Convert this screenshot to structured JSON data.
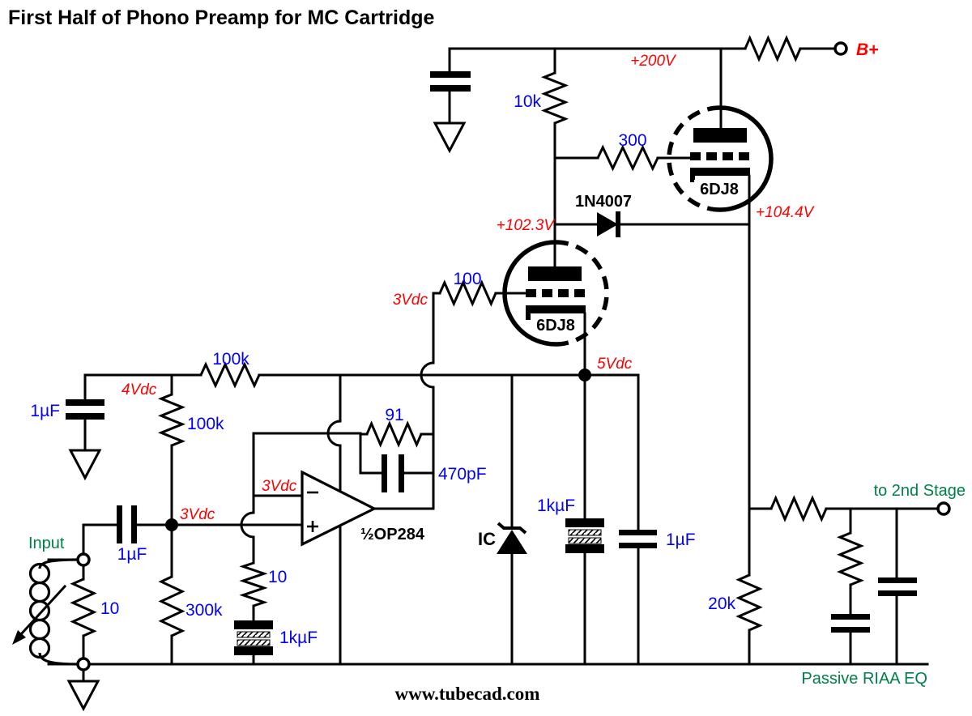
{
  "title": "First Half of Phono Preamp for MC Cartridge",
  "watermark": "www.tubecad.com",
  "colors": {
    "value_blue": "#0000ff",
    "voltage_red": "#ff0000",
    "signal_green": "#007f46",
    "wire_black": "#000000"
  },
  "power": {
    "b_plus_label": "B+",
    "rail_voltage": "+200V",
    "dropping_resistor": "10k"
  },
  "upper_triode": {
    "tube": "6DJ8",
    "grid_resistor": "300",
    "cathode_voltage": "+104.4V"
  },
  "diode": {
    "part": "1N4007",
    "anode_voltage": "+102.3V"
  },
  "lower_triode": {
    "tube": "6DJ8",
    "grid_resistor": "100",
    "grid_voltage": "3Vdc",
    "cathode_voltage": "5Vdc"
  },
  "bias_divider": {
    "upper_resistor": "100k",
    "lower_resistor": "100k",
    "mid_voltage": "4Vdc",
    "bypass_cap": "1µF",
    "input_node_voltage": "3Vdc"
  },
  "input": {
    "label": "Input",
    "coupling_cap": "1µF",
    "load_resistor": "10",
    "grid_leak_resistor": "300k"
  },
  "opamp": {
    "part": "½OP284",
    "inverting_voltage": "3Vdc",
    "feedback_resistor": "91",
    "feedback_cap": "470pF",
    "gain_set_resistor": "10",
    "gain_set_cap": "1kµF"
  },
  "cathode_loads": {
    "current_source": "IC",
    "bypass_cap_large": "1kµF",
    "bypass_cap_small": "1µF"
  },
  "output": {
    "load_resistor": "20k",
    "destination": "to 2nd Stage",
    "network_label": "Passive RIAA EQ"
  }
}
